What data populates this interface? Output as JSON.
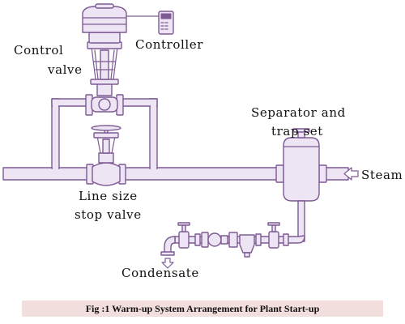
{
  "labels": {
    "control_valve_line1": "Control",
    "control_valve_line2": "valve",
    "controller": "Controller",
    "separator_line1": "Separator and",
    "separator_line2": "trap set",
    "steam": "Steam",
    "stop_valve_line1": "Line size",
    "stop_valve_line2": "stop valve",
    "condensate": "Condensate"
  },
  "caption": "Fig :1 Warm-up System Arrangement for Plant Start-up",
  "colors": {
    "pipe_fill": "#ede4f4",
    "pipe_stroke": "#7d5a94",
    "caption_bg": "#f3dede",
    "text": "#111111"
  }
}
